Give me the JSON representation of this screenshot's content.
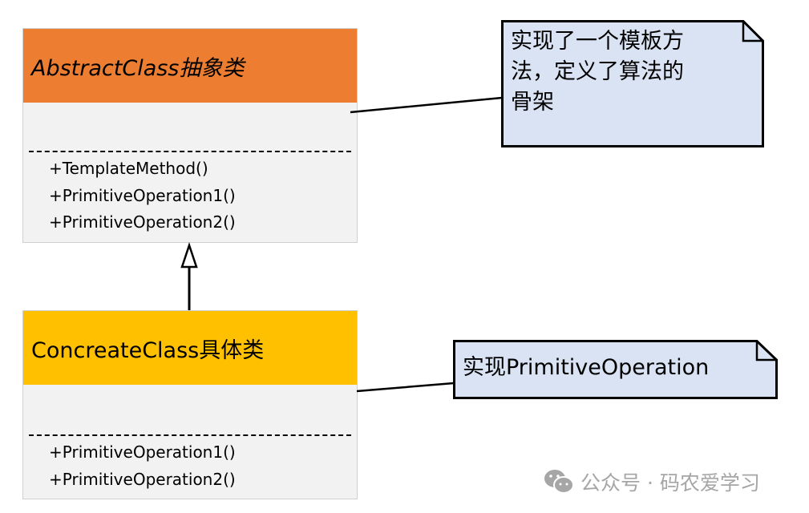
{
  "diagram": {
    "abstract_class": {
      "name": "AbstractClass抽象类",
      "header_color": "#ed7d31",
      "methods": [
        "+TemplateMethod()",
        "+PrimitiveOperation1()",
        "+PrimitiveOperation2()"
      ]
    },
    "concrete_class": {
      "name": "ConcreateClass具体类",
      "header_color": "#ffc000",
      "methods": [
        "+PrimitiveOperation1()",
        "+PrimitiveOperation2()"
      ]
    },
    "notes": {
      "template_note": {
        "lines": [
          "实现了一个模板方",
          "法，定义了算法的",
          "骨架"
        ],
        "fill": "#dae3f3"
      },
      "primitive_note": {
        "text": "实现PrimitiveOperation",
        "fill": "#dae3f3"
      }
    },
    "relationships": [
      {
        "type": "generalization",
        "from": "concrete_class",
        "to": "abstract_class"
      },
      {
        "type": "note-link",
        "from": "template_note",
        "to": "abstract_class"
      },
      {
        "type": "note-link",
        "from": "primitive_note",
        "to": "concrete_class"
      }
    ]
  },
  "watermark": {
    "icon": "wechat-icon",
    "text": "公众号 · 码农爱学习"
  }
}
